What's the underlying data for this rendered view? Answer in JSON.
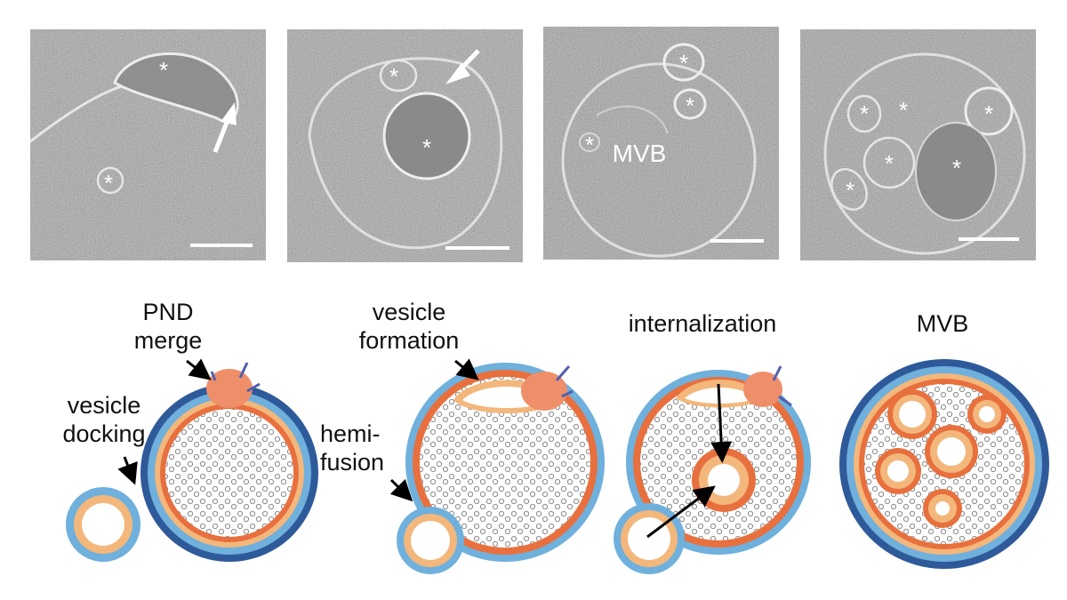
{
  "em_panels": [
    {
      "markers": [
        "*",
        "*"
      ],
      "inner_label": ""
    },
    {
      "markers": [
        "*",
        "*"
      ],
      "inner_label": ""
    },
    {
      "markers": [
        "*",
        "*",
        "*"
      ],
      "inner_label": "MVB"
    },
    {
      "markers": [
        "*",
        "*",
        "*",
        "*",
        "*",
        "*"
      ],
      "inner_label": ""
    }
  ],
  "stage_labels": {
    "pnd_merge": [
      "PND",
      "merge"
    ],
    "vesicle_docking": [
      "vesicle",
      "docking"
    ],
    "vesicle_formation": [
      "vesicle",
      "formation"
    ],
    "hemi_fusion": [
      "hemi-",
      "fusion"
    ],
    "internalization": "internalization",
    "mvb": "MVB"
  },
  "colors": {
    "outer_membrane": "#2f5a9a",
    "light_membrane": "#6fb0dc",
    "orange_membrane": "#e8703e",
    "light_orange": "#f3b77c",
    "pnd_blob": "#ee8f6a",
    "lumen_dot": "#8a8a8a",
    "em_background": "#9b9b9b"
  }
}
